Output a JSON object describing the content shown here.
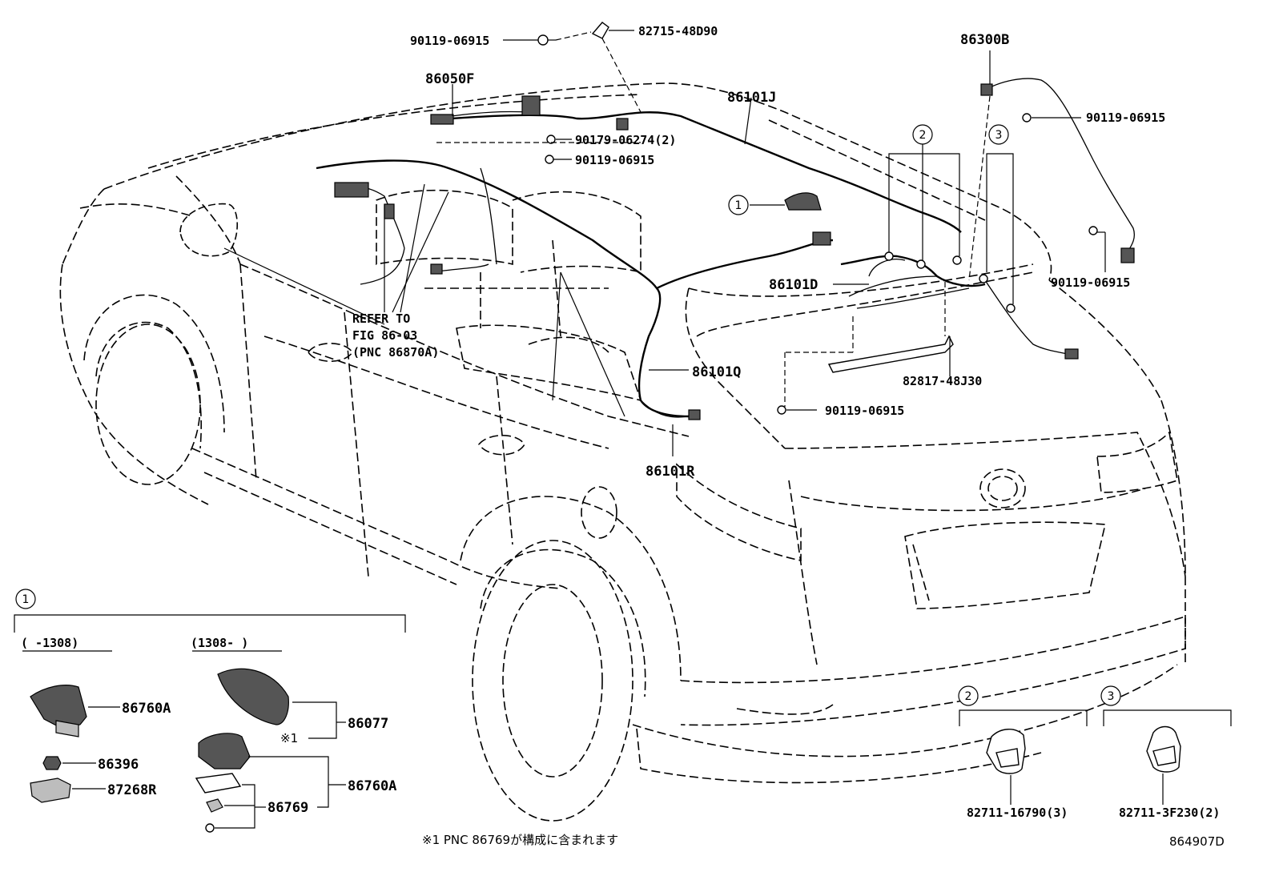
{
  "labels": {
    "p_90119_top_left": "90119-06915",
    "p_82715": "82715-48D90",
    "p_86050F": "86050F",
    "p_86101J": "86101J",
    "p_86300B": "86300B",
    "p_90119_right_top": "90119-06915",
    "p_90179": "90179-06274(2)",
    "p_90119_mid": "90119-06915",
    "p_90119_right": "90119-06915",
    "p_86101D": "86101D",
    "p_refer_1": "REFER TO",
    "p_refer_2": "FIG 86-03",
    "p_refer_3": "(PNC 86870A)",
    "p_86101Q": "86101Q",
    "p_82817": "82817-48J30",
    "p_90119_low": "90119-06915",
    "p_86101R": "86101R",
    "p_86760A_a": "86760A",
    "p_86396": "86396",
    "p_87268R": "87268R",
    "p_86077": "86077",
    "p_star1": "※1",
    "p_86760A_b": "86760A",
    "p_86769": "86769",
    "p_82711_16790": "82711-16790(3)",
    "p_82711_3F230": "82711-3F230(2)"
  },
  "groups": {
    "g1_label": "1",
    "g1_range_a": "(     -1308)",
    "g1_range_b": "(1308-     )",
    "g2_label": "2",
    "g3_label": "3",
    "callout_1": "1",
    "callout_2": "2",
    "callout_3": "3"
  },
  "footer": {
    "note": "※1 PNC 86769が構成に含まれます",
    "fig_id": "864907D"
  }
}
